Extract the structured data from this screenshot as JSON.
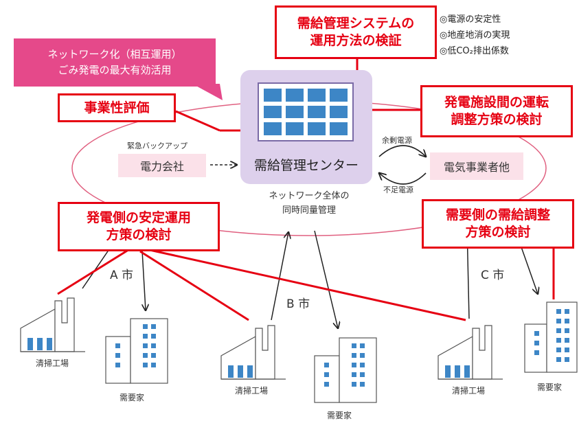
{
  "legend": [
    "◎電源の安定性",
    "◎地産地消の実現",
    "◎低CO₂排出係数"
  ],
  "callout": {
    "line1": "ネットワーク化（相互運用）",
    "line2": "ごみ発電の最大有効活用"
  },
  "center": {
    "label": "需給管理センター",
    "subtitle_line1": "ネットワーク全体の",
    "subtitle_line2": "同時同量管理"
  },
  "left_box": {
    "label": "電力会社",
    "note": "緊急バックアップ"
  },
  "right_box": {
    "label": "電気事業者他"
  },
  "arrows": {
    "surplus": "余剰電源",
    "shortage": "不足電源"
  },
  "red_labels": {
    "system_verify": {
      "line1": "需給管理システムの",
      "line2": "運用方法の検証"
    },
    "business_eval": "事業性評価",
    "plant_coord": {
      "line1": "発電施設間の運転",
      "line2": "調整方策の検討"
    },
    "gen_stable": {
      "line1": "発電側の安定運用",
      "line2": "方策の検討"
    },
    "demand_adjust": {
      "line1": "需要側の需給調整",
      "line2": "方策の検討"
    }
  },
  "cities": {
    "a": "A 市",
    "b": "B 市",
    "c": "C 市"
  },
  "facility": "清掃工場",
  "consumer": "需要家",
  "colors": {
    "red": "#e60012",
    "pink": "#e5498a",
    "purple": "#ddd0ec",
    "blue": "#3d86c6"
  }
}
